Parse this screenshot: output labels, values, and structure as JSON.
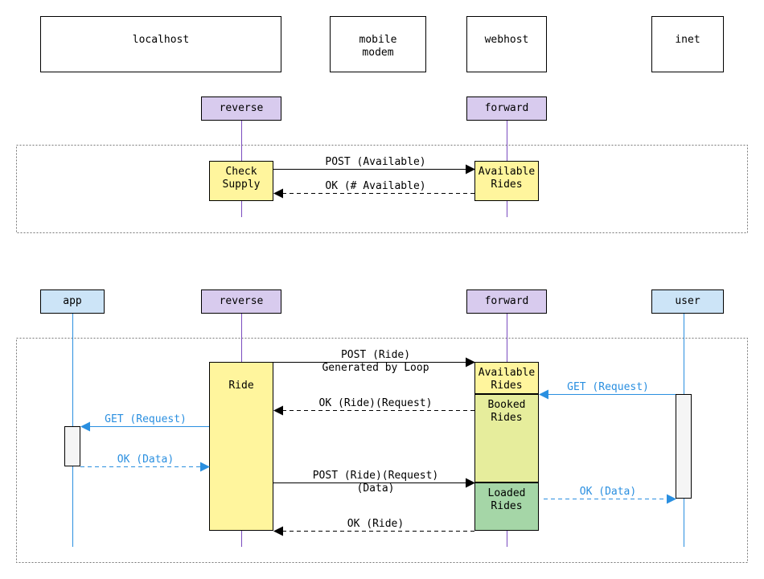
{
  "hosts": {
    "localhost": "localhost",
    "mobile_modem": [
      "mobile",
      "modem"
    ],
    "webhost": "webhost",
    "inet": "inet"
  },
  "section1": {
    "participants": {
      "reverse": "reverse",
      "forward": "forward"
    },
    "activations": {
      "check_supply": [
        "Check",
        "Supply"
      ],
      "available_rides": [
        "Available",
        "Rides"
      ]
    },
    "messages": {
      "post_available": "POST (Available)",
      "ok_available": "OK (# Available)"
    }
  },
  "section2": {
    "participants": {
      "app": "app",
      "reverse": "reverse",
      "forward": "forward",
      "user": "user"
    },
    "activations": {
      "ride": "Ride",
      "available_rides": [
        "Available",
        "Rides"
      ],
      "booked_rides": [
        "Booked",
        "Rides"
      ],
      "loaded_rides": [
        "Loaded",
        "Rides"
      ]
    },
    "messages": {
      "post_ride": [
        "POST (Ride)",
        "Generated by Loop"
      ],
      "get_request_user": "GET (Request)",
      "ok_ride_request": "OK (Ride)(Request)",
      "get_request_app": "GET (Request)",
      "ok_data_app": "OK (Data)",
      "post_ride_request": [
        "POST (Ride)(Request)",
        "(Data)"
      ],
      "ok_data_user": "OK (Data)",
      "ok_ride": "OK (Ride)"
    }
  },
  "colors": {
    "purple_box": "#d8cbee",
    "blue_box": "#cce4f7",
    "yellow": "#fff59d",
    "yellow_green": "#e6ed9c",
    "green": "#a5d6a7",
    "lifeline_purple": "#7a4bbf",
    "lifeline_blue": "#2a8fe0",
    "blue_text": "#2a8fe0"
  }
}
